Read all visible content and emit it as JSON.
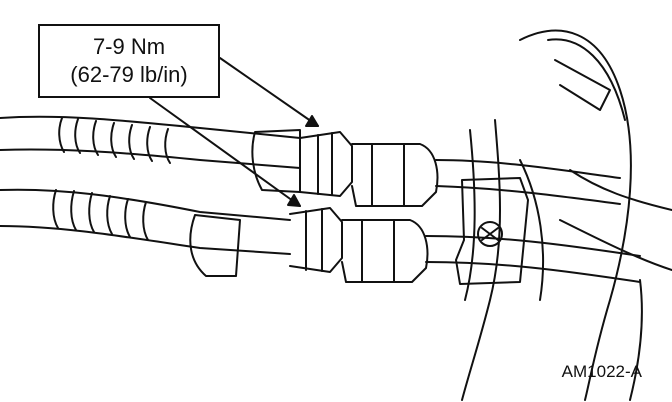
{
  "callout": {
    "torque_nm": "7-9 Nm",
    "torque_lbin": "(62-79 lb/in)"
  },
  "figure_id": "AM1022-A",
  "colors": {
    "line": "#111111",
    "background": "#ffffff"
  }
}
